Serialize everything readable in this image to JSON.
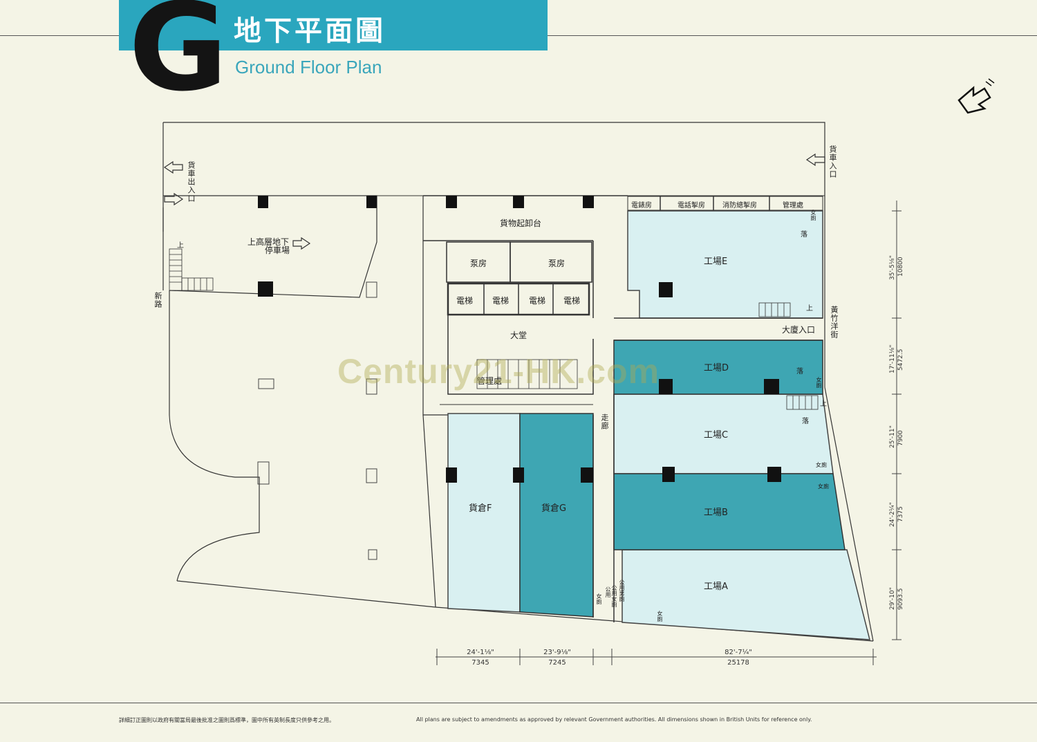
{
  "header": {
    "letter": "G",
    "title_cn": "地下平面圖",
    "title_en": "Ground Floor Plan"
  },
  "watermark": "Century21-HK.com",
  "labels": {
    "truck_exit_entry": "貨車出入口",
    "truck_entry": "貨車入口",
    "upper_parking": "上高層地下",
    "upper_parking_2": "停車場",
    "new_road": "新路",
    "loading_bay": "貨物起卸台",
    "pump_room_1": "泵房",
    "pump_room_2": "泵房",
    "lift_1": "電梯",
    "lift_2": "電梯",
    "lift_3": "電梯",
    "lift_4": "電梯",
    "lobby": "大堂",
    "mgmt_office_lobby": "管理處",
    "meter_room": "電錶房",
    "telephone_room": "電話掣房",
    "fire_control_room": "消防總掣房",
    "mgmt_office": "管理處",
    "workshop_e": "工場E",
    "workshop_d": "工場D",
    "workshop_c": "工場C",
    "workshop_b": "工場B",
    "workshop_a": "工場A",
    "warehouse_f": "貨倉F",
    "warehouse_g": "貨倉G",
    "corridor": "走廊",
    "building_entrance": "大廈入口",
    "street": "黃竹洋街",
    "up": "上",
    "down": "落",
    "female_wc": "女廁",
    "male_wc": "男廁",
    "public_wc": "公用",
    "public_female_wc": "公用女廁",
    "public_male_wc": "公用男廁"
  },
  "dimensions": {
    "right": [
      {
        "imperial": "35'-5⅛\"",
        "metric": "10800"
      },
      {
        "imperial": "17'-11⅛\"",
        "metric": "5472.5"
      },
      {
        "imperial": "25'-11\"",
        "metric": "7900"
      },
      {
        "imperial": "24'-2¼\"",
        "metric": "7375"
      },
      {
        "imperial": "29'-10\"",
        "metric": "9093.5"
      }
    ],
    "bottom": [
      {
        "imperial": "24'-1⅛\"",
        "metric": "7345"
      },
      {
        "imperial": "23'-9⅛\"",
        "metric": "7245"
      },
      {
        "imperial": "82'-7¼\"",
        "metric": "25178"
      }
    ]
  },
  "footer": {
    "cn": "詳細訂正圖則以政府有關當局最後批准之圖則爲標準，圖中所有英制長度只供參考之用。",
    "en": "All plans are subject to amendments as approved by relevant Government authorities. All dimensions shown in British Units for reference only."
  },
  "colors": {
    "banner": "#2aa6be",
    "unit_dark": "#3ea6b3",
    "unit_light": "#d9f0f1",
    "background": "#f4f4e6"
  },
  "north_arrow": "north-arrow-icon"
}
